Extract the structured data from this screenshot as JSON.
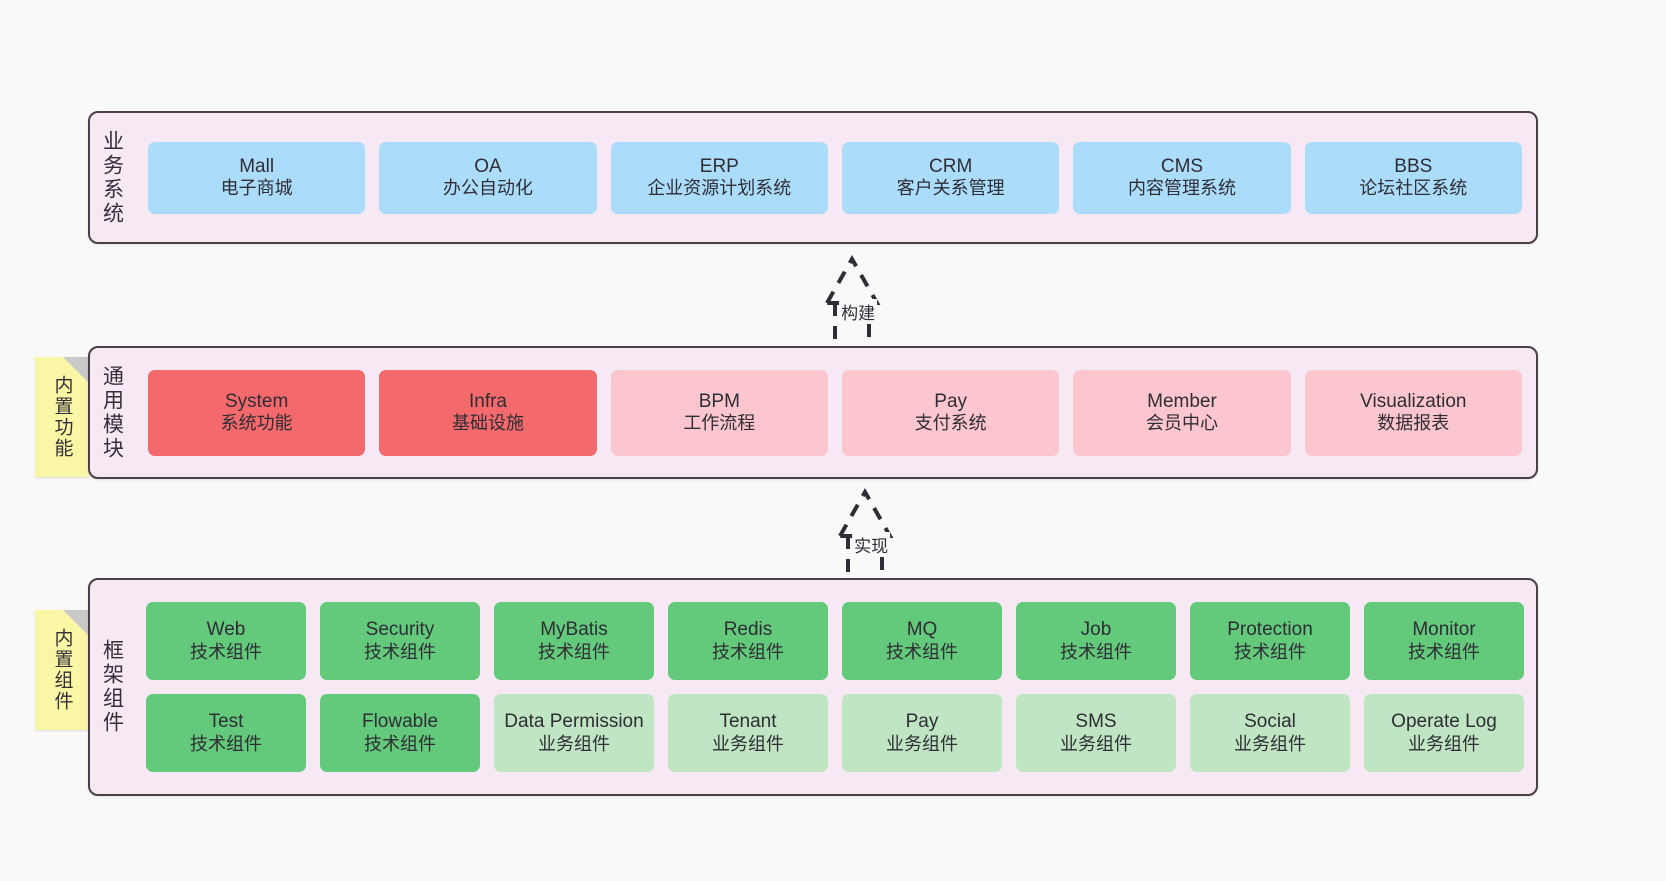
{
  "canvas": {
    "background": "#f9f9f9",
    "border_color": "#4a4048",
    "panel_background": "#f7e9f3"
  },
  "palette": {
    "blue": "#abddfb",
    "red": "#f3696c",
    "pink": "#fbc6cd",
    "green": "#63c97b",
    "light_green": "#bfe5c3",
    "sticky_yellow": "#f9f6a5",
    "fold_gray": "#c9c9c9"
  },
  "layers": {
    "business": {
      "title": "业务系统",
      "boxes": [
        {
          "en": "Mall",
          "cn": "电子商城",
          "color": "blue"
        },
        {
          "en": "OA",
          "cn": "办公自动化",
          "color": "blue"
        },
        {
          "en": "ERP",
          "cn": "企业资源计划系统",
          "color": "blue"
        },
        {
          "en": "CRM",
          "cn": "客户关系管理",
          "color": "blue"
        },
        {
          "en": "CMS",
          "cn": "内容管理系统",
          "color": "blue"
        },
        {
          "en": "BBS",
          "cn": "论坛社区系统",
          "color": "blue"
        }
      ]
    },
    "common": {
      "title": "通用模块",
      "sticky": "内置功能",
      "boxes": [
        {
          "en": "System",
          "cn": "系统功能",
          "color": "red"
        },
        {
          "en": "Infra",
          "cn": "基础设施",
          "color": "red"
        },
        {
          "en": "BPM",
          "cn": "工作流程",
          "color": "pink"
        },
        {
          "en": "Pay",
          "cn": "支付系统",
          "color": "pink"
        },
        {
          "en": "Member",
          "cn": "会员中心",
          "color": "pink"
        },
        {
          "en": "Visualization",
          "cn": "数据报表",
          "color": "pink"
        }
      ]
    },
    "framework": {
      "title": "框架组件",
      "sticky": "内置组件",
      "row_tech": [
        {
          "en": "Web",
          "cn": "技术组件",
          "color": "green"
        },
        {
          "en": "Security",
          "cn": "技术组件",
          "color": "green"
        },
        {
          "en": "MyBatis",
          "cn": "技术组件",
          "color": "green"
        },
        {
          "en": "Redis",
          "cn": "技术组件",
          "color": "green"
        },
        {
          "en": "MQ",
          "cn": "技术组件",
          "color": "green"
        },
        {
          "en": "Job",
          "cn": "技术组件",
          "color": "green"
        },
        {
          "en": "Protection",
          "cn": "技术组件",
          "color": "green"
        },
        {
          "en": "Monitor",
          "cn": "技术组件",
          "color": "green"
        }
      ],
      "row_biz": [
        {
          "en": "Test",
          "cn": "技术组件",
          "color": "green"
        },
        {
          "en": "Flowable",
          "cn": "技术组件",
          "color": "green"
        },
        {
          "en": "Data Permission",
          "cn": "业务组件",
          "color": "lightgreen"
        },
        {
          "en": "Tenant",
          "cn": "业务组件",
          "color": "lightgreen"
        },
        {
          "en": "Pay",
          "cn": "业务组件",
          "color": "lightgreen"
        },
        {
          "en": "SMS",
          "cn": "业务组件",
          "color": "lightgreen"
        },
        {
          "en": "Social",
          "cn": "业务组件",
          "color": "lightgreen"
        },
        {
          "en": "Operate Log",
          "cn": "业务组件",
          "color": "lightgreen"
        }
      ]
    }
  },
  "connectors": {
    "build": {
      "label": "构建",
      "style": "dashed-hollow-triangle-up"
    },
    "implement": {
      "label": "实现",
      "style": "dashed-hollow-triangle-up"
    }
  }
}
